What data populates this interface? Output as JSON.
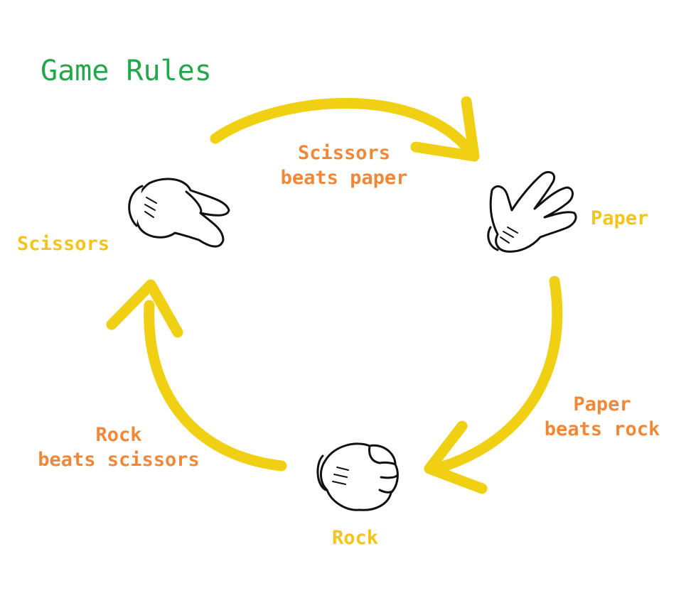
{
  "title": "Game Rules",
  "hands": {
    "scissors": "Scissors",
    "paper": "Paper",
    "rock": "Rock"
  },
  "rules": {
    "scissors_paper": [
      "Scissors",
      "beats paper"
    ],
    "paper_rock": [
      "Paper",
      "beats rock"
    ],
    "rock_scissors": [
      "Rock",
      "beats scissors"
    ]
  },
  "colors": {
    "title": "#22a84a",
    "hand_label": "#f3c51a",
    "rule_label": "#f0883a",
    "arrow": "#f0d012",
    "hand_outline": "#111111"
  },
  "icons": [
    "scissors-hand-icon",
    "paper-hand-icon",
    "rock-fist-icon"
  ]
}
